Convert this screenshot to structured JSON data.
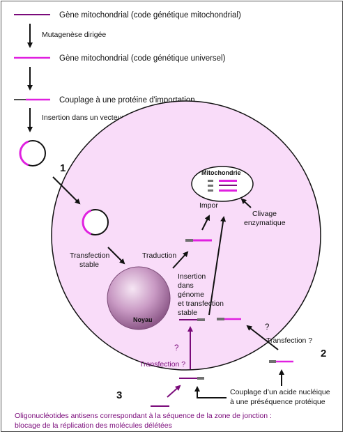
{
  "steps": {
    "step1": "Gène mitochondrial (code génétique mitochondrial)",
    "arrow1": "Mutagenèse dirigée",
    "step2": "Gène mitochondrial (code génétique universel)",
    "step3": "Couplage à une protéine d'importation",
    "arrow3": "Insertion dans un vecteur"
  },
  "route_numbers": {
    "r1": "1",
    "r2": "2",
    "r3": "3"
  },
  "cell": {
    "mitochondria": "Mitochondrie",
    "import": "Impor",
    "cleavage_line1": "Clivage",
    "cleavage_line2": "enzymatique",
    "transfection_stable_1": "Transfection",
    "transfection_stable_2": "stable",
    "translation": "Traduction",
    "insertion_1": "Insertion",
    "insertion_2": "dans",
    "insertion_3": "génome",
    "insertion_4": "et transfection",
    "insertion_5": "stable",
    "nucleus": "Noyau"
  },
  "route2": {
    "question": "?",
    "transfection": "Transfection ?",
    "coupling_line1": "Couplage d’un acide nucléique",
    "coupling_line2": "à une préséquence protéique"
  },
  "route3": {
    "question": "?",
    "transfection": "Transfection ?",
    "footer_line1": "Oligonucléotides antisens correspondant à la séquence de la zone de jonction :",
    "footer_line2": "blocage de la réplication des molécules délétées"
  },
  "colors": {
    "purple": "#7a0a7a",
    "magenta": "#e020e0",
    "cell_fill": "#f9dcf9",
    "grey": "#707070"
  }
}
